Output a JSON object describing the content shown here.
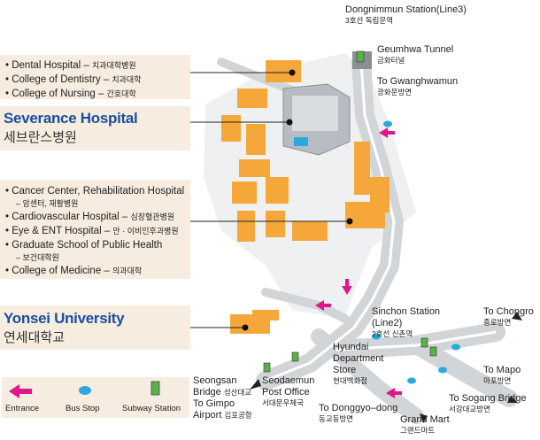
{
  "panels": {
    "top": {
      "items": [
        {
          "en": "• Dental Hospital – ",
          "ko": "치과대학병원"
        },
        {
          "en": "• College of Dentistry – ",
          "ko": "치과대학"
        },
        {
          "en": "• College of Nursing – ",
          "ko": "간호대학"
        }
      ]
    },
    "severance": {
      "en": "Severance Hospital",
      "ko": "세브란스병원"
    },
    "middle": {
      "lines": [
        {
          "en": "• Cancer Center, Rehabilitation Hospital",
          "ko": ""
        },
        {
          "en": "",
          "ko": "– 암센터, 재활병원",
          "sub": true
        },
        {
          "en": "• Cardiovascular Hospital – ",
          "ko": "심장혈관병원"
        },
        {
          "en": "• Eye & ENT Hospital – ",
          "ko": "안 · 이비인후과병원"
        },
        {
          "en": "• Graduate School of Public Health",
          "ko": ""
        },
        {
          "en": "",
          "ko": "– 보건대학원",
          "sub": true
        },
        {
          "en": "• College of Medicine – ",
          "ko": "의과대학"
        }
      ]
    },
    "yonsei": {
      "en": "Yonsei University",
      "ko": "연세대학교"
    }
  },
  "labels": {
    "dongnimmun": {
      "en": "Dongnimmun Station(Line3)",
      "ko": "3호선 독립문역"
    },
    "geumhwa": {
      "en": "Geumhwa Tunnel",
      "ko": "금화터널"
    },
    "gwanghwamun": {
      "en": "To Gwanghwamun",
      "ko": "광화문방면"
    },
    "sinchon": {
      "en1": "Sinchon Station",
      "en2": "(Line2)",
      "ko": "2호선 신촌역"
    },
    "chongro": {
      "en": "To Chongro",
      "ko": "종로방면"
    },
    "hyundai": {
      "en1": "Hyundai",
      "en2": "Department",
      "en3": "Store",
      "ko": "현대백화점"
    },
    "mapo": {
      "en": "To Mapo",
      "ko": "마포방면"
    },
    "sogang": {
      "en": "To Sogang Bridge",
      "ko": "서강대교방면"
    },
    "grandmart": {
      "en": "Grand Mart",
      "ko": "그랜드마트"
    },
    "donggyo": {
      "en": "To Donggyo–dong",
      "ko": "동교동방면"
    },
    "seodaemun": {
      "en1": "Seodaemun",
      "en2": "Post Office",
      "ko": "서대문우체국"
    },
    "seongsan": {
      "en1": "Seongsan",
      "en1ko": "성산대교",
      "en2": "Bridge",
      "en3": "To Gimpo",
      "en4": "Airport",
      "en4ko": "김포공항"
    }
  },
  "legend": {
    "entrance": "Entrance",
    "bus_stop": "Bus Stop",
    "subway": "Subway Station",
    "colors": {
      "entrance": "#e0178a",
      "bus_stop": "#29a9e0",
      "subway": "#5bb04a"
    }
  },
  "colors": {
    "building": "#f5a73a",
    "road": "#d5d7d9",
    "panel": "#f6ecdf",
    "title": "#1b4f9c"
  }
}
